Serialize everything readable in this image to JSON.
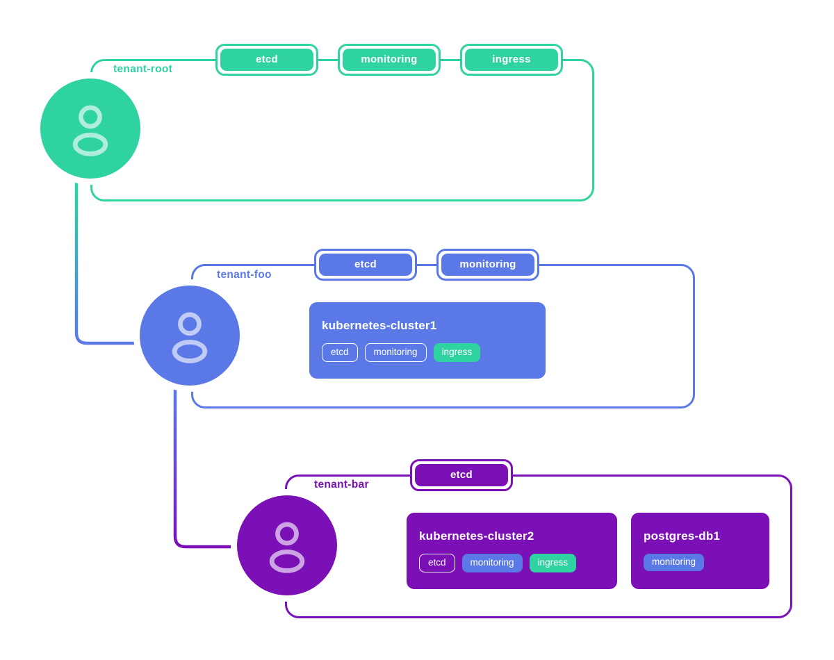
{
  "diagram": {
    "colors": {
      "green": "#2fd3a2",
      "blue": "#5a79e6",
      "purple": "#7a10b5"
    },
    "tenants": [
      {
        "name": "tenant-root",
        "tabs": [
          "etcd",
          "monitoring",
          "ingress"
        ],
        "resources": []
      },
      {
        "name": "tenant-foo",
        "tabs": [
          "etcd",
          "monitoring"
        ],
        "resources": [
          {
            "title": "kubernetes-cluster1",
            "badges": [
              {
                "label": "etcd",
                "style": "outline"
              },
              {
                "label": "monitoring",
                "style": "outline"
              },
              {
                "label": "ingress",
                "style": "green"
              }
            ]
          }
        ]
      },
      {
        "name": "tenant-bar",
        "tabs": [
          "etcd"
        ],
        "resources": [
          {
            "title": "kubernetes-cluster2",
            "badges": [
              {
                "label": "etcd",
                "style": "outline"
              },
              {
                "label": "monitoring",
                "style": "blue"
              },
              {
                "label": "ingress",
                "style": "green"
              }
            ]
          },
          {
            "title": "postgres-db1",
            "badges": [
              {
                "label": "monitoring",
                "style": "blue"
              }
            ]
          }
        ]
      }
    ]
  }
}
